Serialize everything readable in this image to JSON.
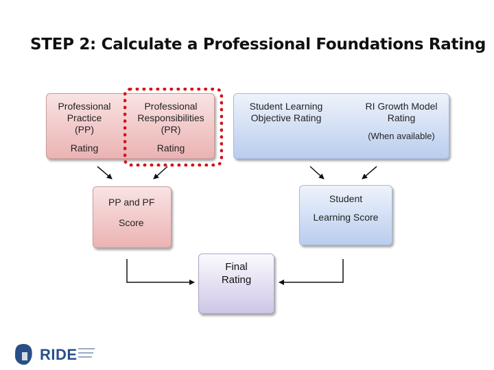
{
  "title": "STEP 2: Calculate a Professional Foundations Rating",
  "boxes": {
    "pp": {
      "line1": "Professional",
      "line2": "Practice",
      "line3": "(PP)",
      "rating": "Rating"
    },
    "pr": {
      "line1": "Professional",
      "line2": "Responsibilities",
      "line3": "(PR)",
      "rating": "Rating"
    },
    "slo": {
      "line1": "Student Learning",
      "line2": "Objective Rating"
    },
    "growth": {
      "line1": "RI Growth Model",
      "line2": "Rating",
      "line3": "(When available)"
    },
    "ppf": {
      "line1": "PP and PF",
      "line2": "Score"
    },
    "sls": {
      "line1": "Student",
      "line2": "Learning Score"
    },
    "final": {
      "line1": "Final",
      "line2": "Rating"
    }
  },
  "highlight_color": "#d4151b",
  "logo": {
    "text": "RIDE"
  }
}
